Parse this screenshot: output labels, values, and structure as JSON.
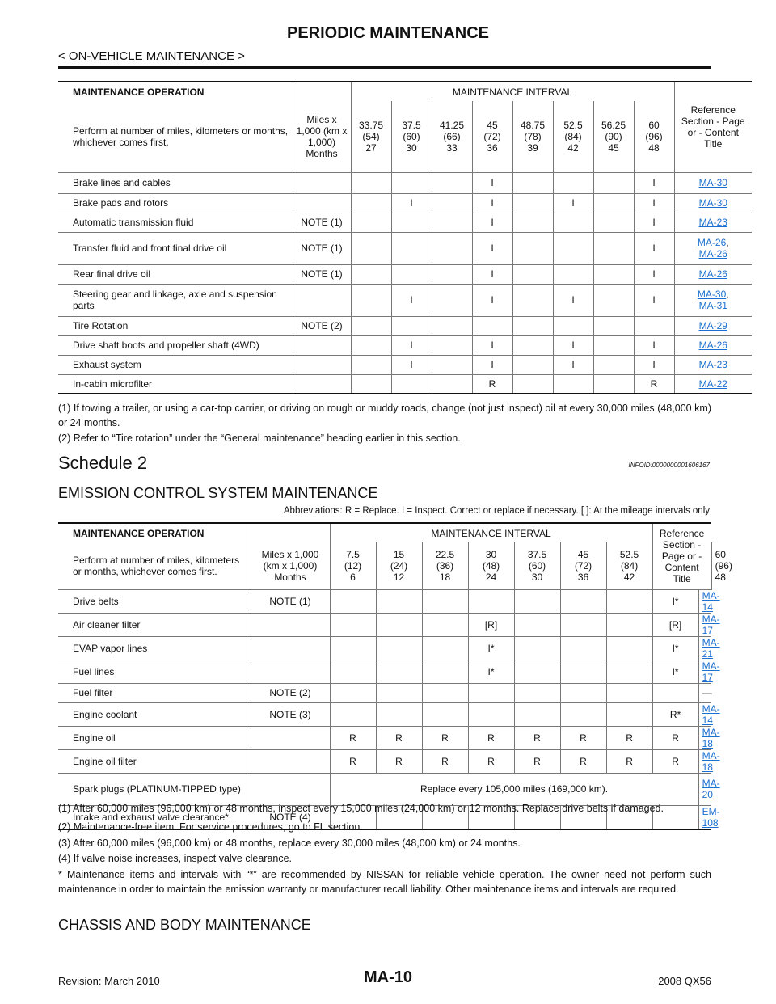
{
  "header": {
    "title": "PERIODIC MAINTENANCE",
    "subtitle": "< ON-VEHICLE MAINTENANCE >"
  },
  "table1": {
    "head": {
      "op": "MAINTENANCE OPERATION",
      "desc": "Perform at number of miles, kilometers or months, whichever comes first.",
      "units": "Miles x 1,000 (km x 1,000) Months",
      "interval": "MAINTENANCE INTERVAL",
      "ref": "Reference Section - Page or - Content Title",
      "cols": [
        {
          "a": "33.75",
          "b": "(54)",
          "c": "27"
        },
        {
          "a": "37.5",
          "b": "(60)",
          "c": "30"
        },
        {
          "a": "41.25",
          "b": "(66)",
          "c": "33"
        },
        {
          "a": "45",
          "b": "(72)",
          "c": "36"
        },
        {
          "a": "48.75",
          "b": "(78)",
          "c": "39"
        },
        {
          "a": "52.5",
          "b": "(84)",
          "c": "42"
        },
        {
          "a": "56.25",
          "b": "(90)",
          "c": "45"
        },
        {
          "a": "60",
          "b": "(96)",
          "c": "48"
        }
      ]
    },
    "rows": [
      {
        "name": "Brake lines and cables",
        "note": "",
        "cells": [
          "",
          "",
          "",
          "I",
          "",
          "",
          "",
          "I"
        ],
        "ref": [
          "MA-30"
        ]
      },
      {
        "name": "Brake pads and rotors",
        "note": "",
        "cells": [
          "",
          "I",
          "",
          "I",
          "",
          "I",
          "",
          "I"
        ],
        "ref": [
          "MA-30"
        ]
      },
      {
        "name": "Automatic transmission fluid",
        "note": "NOTE (1)",
        "cells": [
          "",
          "",
          "",
          "I",
          "",
          "",
          "",
          "I"
        ],
        "ref": [
          "MA-23"
        ]
      },
      {
        "name": "Transfer fluid and front final drive oil",
        "note": "NOTE (1)",
        "cells": [
          "",
          "",
          "",
          "I",
          "",
          "",
          "",
          "I"
        ],
        "ref": [
          "MA-26",
          "MA-26"
        ]
      },
      {
        "name": "Rear final drive oil",
        "note": "NOTE (1)",
        "cells": [
          "",
          "",
          "",
          "I",
          "",
          "",
          "",
          "I"
        ],
        "ref": [
          "MA-26"
        ]
      },
      {
        "name": "Steering gear and linkage, axle and suspension parts",
        "note": "",
        "cells": [
          "",
          "I",
          "",
          "I",
          "",
          "I",
          "",
          "I"
        ],
        "ref": [
          "MA-30",
          "MA-31"
        ]
      },
      {
        "name": "Tire Rotation",
        "note": "NOTE (2)",
        "cells": [
          "",
          "",
          "",
          "",
          "",
          "",
          "",
          ""
        ],
        "ref": [
          "MA-29"
        ]
      },
      {
        "name": "Drive shaft boots and propeller shaft (4WD)",
        "note": "",
        "cells": [
          "",
          "I",
          "",
          "I",
          "",
          "I",
          "",
          "I"
        ],
        "ref": [
          "MA-26"
        ]
      },
      {
        "name": "Exhaust system",
        "note": "",
        "cells": [
          "",
          "I",
          "",
          "I",
          "",
          "I",
          "",
          "I"
        ],
        "ref": [
          "MA-23"
        ]
      },
      {
        "name": "In-cabin microfilter",
        "note": "",
        "cells": [
          "",
          "",
          "",
          "R",
          "",
          "",
          "",
          "R"
        ],
        "ref": [
          "MA-22"
        ]
      }
    ]
  },
  "notes1": [
    "(1) If towing a trailer, or using a car-top carrier, or driving on rough or muddy roads, change (not just inspect) oil at every 30,000 miles (48,000 km) or 24 months.",
    "(2) Refer to “Tire rotation” under the “General maintenance” heading earlier in this section."
  ],
  "schedule2": {
    "title": "Schedule 2",
    "infoid": "INFOID:0000000001606167"
  },
  "emission": {
    "title": "EMISSION CONTROL SYSTEM MAINTENANCE",
    "abbrev": "Abbreviations: R = Replace.    I = Inspect. Correct or replace if necessary.    [  ]: At the mileage intervals only"
  },
  "table2": {
    "head": {
      "op": "MAINTENANCE OPERATION",
      "desc": "Perform at number of miles, kilometers or months, whichever comes first.",
      "units": "Miles x 1,000 (km x 1,000) Months",
      "interval": "MAINTENANCE INTERVAL",
      "ref": "Reference Section - Page or - Content Title",
      "cols": [
        {
          "a": "7.5",
          "b": "(12)",
          "c": "6"
        },
        {
          "a": "15",
          "b": "(24)",
          "c": "12"
        },
        {
          "a": "22.5",
          "b": "(36)",
          "c": "18"
        },
        {
          "a": "30",
          "b": "(48)",
          "c": "24"
        },
        {
          "a": "37.5",
          "b": "(60)",
          "c": "30"
        },
        {
          "a": "45",
          "b": "(72)",
          "c": "36"
        },
        {
          "a": "52.5",
          "b": "(84)",
          "c": "42"
        },
        {
          "a": "60",
          "b": "(96)",
          "c": "48"
        }
      ]
    },
    "rows": [
      {
        "name": "Drive belts",
        "note": "NOTE (1)",
        "cells": [
          "",
          "",
          "",
          "",
          "",
          "",
          "",
          "I*"
        ],
        "ref": [
          "MA-14"
        ]
      },
      {
        "name": "Air cleaner filter",
        "note": "",
        "cells": [
          "",
          "",
          "",
          "[R]",
          "",
          "",
          "",
          "[R]"
        ],
        "ref": [
          "MA-17"
        ]
      },
      {
        "name": "EVAP vapor lines",
        "note": "",
        "cells": [
          "",
          "",
          "",
          "I*",
          "",
          "",
          "",
          "I*"
        ],
        "ref": [
          "MA-21"
        ]
      },
      {
        "name": "Fuel lines",
        "note": "",
        "cells": [
          "",
          "",
          "",
          "I*",
          "",
          "",
          "",
          "I*"
        ],
        "ref": [
          "MA-17"
        ]
      },
      {
        "name": "Fuel filter",
        "note": "NOTE (2)",
        "cells": [
          "",
          "",
          "",
          "",
          "",
          "",
          "",
          ""
        ],
        "ref": [
          "—"
        ],
        "plain": true
      },
      {
        "name": "Engine coolant",
        "note": "NOTE (3)",
        "cells": [
          "",
          "",
          "",
          "",
          "",
          "",
          "",
          "R*"
        ],
        "ref": [
          "MA-14"
        ]
      },
      {
        "name": "Engine oil",
        "note": "",
        "cells": [
          "R",
          "R",
          "R",
          "R",
          "R",
          "R",
          "R",
          "R"
        ],
        "ref": [
          "MA-18"
        ]
      },
      {
        "name": "Engine oil filter",
        "note": "",
        "cells": [
          "R",
          "R",
          "R",
          "R",
          "R",
          "R",
          "R",
          "R"
        ],
        "ref": [
          "MA-18"
        ]
      },
      {
        "name": "Spark plugs (PLATINUM-TIPPED type)",
        "note": "",
        "span": "Replace every 105,000 miles (169,000 km).",
        "ref": [
          "MA-20"
        ]
      },
      {
        "name": "Intake and exhaust valve clearance*",
        "note": "NOTE (4)",
        "cells": [
          "",
          "",
          "",
          "",
          "",
          "",
          "",
          ""
        ],
        "ref": [
          "EM-108"
        ]
      }
    ]
  },
  "notes2": [
    "(1) After 60,000 miles (96,000 km) or 48 months, inspect every 15,000 miles (24,000 km) or 12 months. Replace drive belts if damaged.",
    "(2) Maintenance-free item. For service procedures, go to FL section.",
    "(3) After 60,000 miles (96,000 km) or 48 months, replace every 30,000 miles (48,000 km) or 24 months.",
    "(4) If valve noise increases, inspect valve clearance.",
    "* Maintenance items and intervals with “*” are recommended by NISSAN for reliable vehicle operation. The owner need not perform such maintenance in order to maintain the emission warranty or manufacturer recall liability. Other maintenance items and intervals are required."
  ],
  "chassis": {
    "title": "CHASSIS AND BODY MAINTENANCE"
  },
  "footer": {
    "revision": "Revision: March 2010",
    "page": "MA-10",
    "model": "2008 QX56"
  }
}
